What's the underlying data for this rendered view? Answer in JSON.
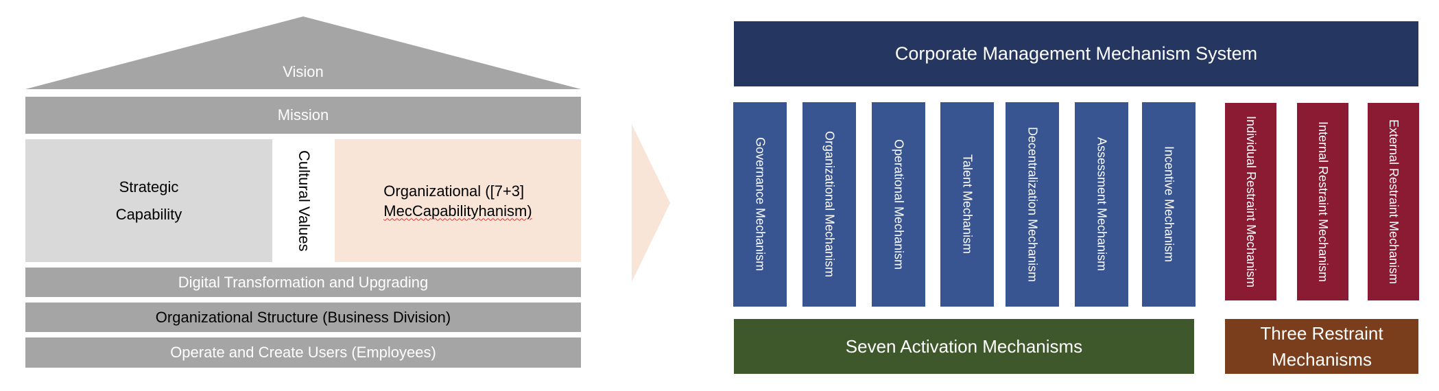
{
  "house": {
    "vision": "Vision",
    "mission": "Mission",
    "strategic_capability": [
      "Strategic",
      "Capability"
    ],
    "cultural_values": "Cultural Values",
    "organizational_capability": [
      "Organizational ([7+3]",
      "MecCapabilityhanism)"
    ],
    "digital": "Digital Transformation and Upgrading",
    "org_structure": "Organizational Structure (Business Division)",
    "operate": "Operate and Create Users (Employees)"
  },
  "system": {
    "title": "Corporate Management Mechanism System",
    "activation_mechanisms": [
      "Governance Mechanism",
      "Organizational Mechanism",
      "Operational Mechanism",
      "Talent Mechanism",
      "Decentralization Mechanism",
      "Assessment Mechanism",
      "Incentive Mechanism"
    ],
    "restraint_mechanisms": [
      "Individual Restraint Mechanism",
      "Internal Restraint Mechanism",
      "External Restraint Mechanism"
    ],
    "activation_label": "Seven Activation Mechanisms",
    "restraint_label": [
      "Three Restraint",
      "Mechanisms"
    ]
  },
  "colors": {
    "gray": "#A5A5A5",
    "light_gray": "#D9D9D9",
    "peach": "#F8E5D8",
    "navy": "#253660",
    "blue": "#385592",
    "red": "#8B1A33",
    "green": "#3F582B",
    "brown": "#7A3E1C"
  }
}
